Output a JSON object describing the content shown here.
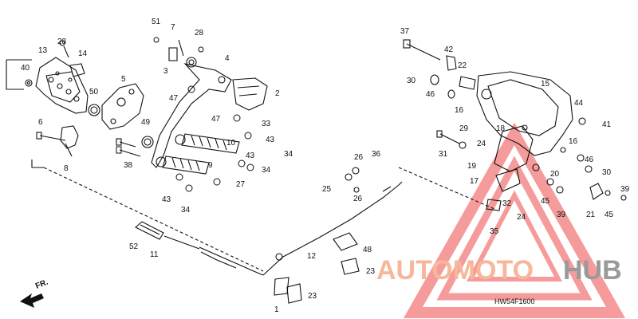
{
  "diagram": {
    "part_numbers": [
      "51",
      "7",
      "28",
      "3",
      "4",
      "47",
      "2",
      "28",
      "14",
      "13",
      "40",
      "50",
      "5",
      "49",
      "38",
      "6",
      "8",
      "47",
      "33",
      "10",
      "43",
      "34",
      "43",
      "9",
      "34",
      "27",
      "43",
      "34",
      "26",
      "36",
      "25",
      "26",
      "37",
      "42",
      "22",
      "30",
      "46",
      "16",
      "15",
      "44",
      "41",
      "29",
      "31",
      "18",
      "16",
      "19",
      "17",
      "32",
      "20",
      "46",
      "30",
      "45",
      "39",
      "21",
      "45",
      "39",
      "24",
      "35",
      "24",
      "52",
      "11",
      "12",
      "48",
      "23",
      "1",
      "23"
    ],
    "code": "HW54F1600",
    "front_marker": "FR."
  },
  "watermark": {
    "brand_part1": "AUTOMOTO",
    "brand_part2": "HUB",
    "color_primary": "#f28c61",
    "color_secondary": "#8c8c8c",
    "logo_icon": "warning-triangle-icon"
  }
}
